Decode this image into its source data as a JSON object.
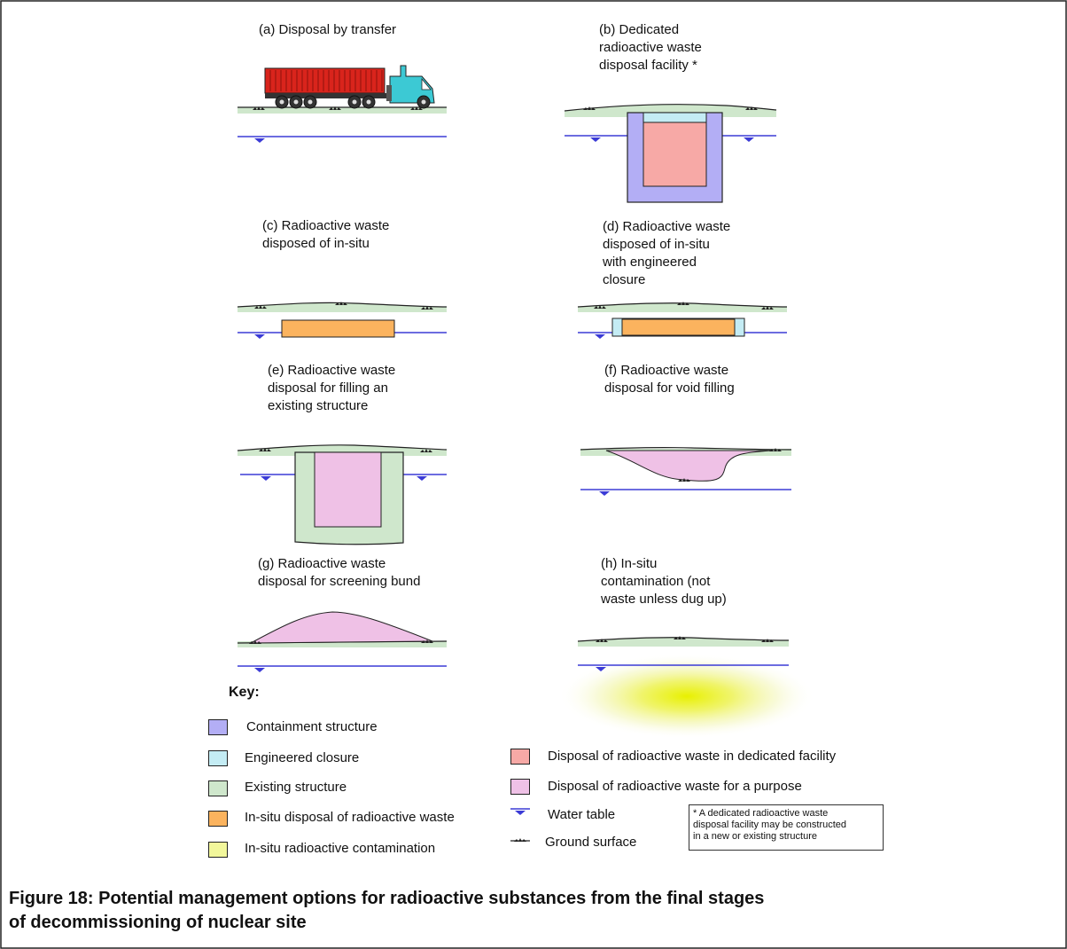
{
  "panels": {
    "a": {
      "lines": [
        "(a) Disposal by transfer"
      ]
    },
    "b": {
      "lines": [
        "(b) Dedicated",
        "radioactive waste",
        "disposal facility *"
      ]
    },
    "c": {
      "lines": [
        "(c) Radioactive waste",
        "disposed of in-situ"
      ]
    },
    "d": {
      "lines": [
        "(d) Radioactive waste",
        "disposed of in-situ",
        "with engineered",
        "closure"
      ]
    },
    "e": {
      "lines": [
        "(e) Radioactive waste",
        "disposal for filling an",
        "existing structure"
      ]
    },
    "f": {
      "lines": [
        "(f) Radioactive waste",
        "disposal for void filling"
      ]
    },
    "g": {
      "lines": [
        "(g) Radioactive waste",
        "disposal for screening bund"
      ]
    },
    "h": {
      "lines": [
        "(h) In-situ",
        "contamination (not",
        "waste unless dug up)"
      ]
    }
  },
  "key": {
    "title": "Key:",
    "items": [
      {
        "label": "Containment structure",
        "color": "#b3aef5"
      },
      {
        "label": "Engineered closure",
        "color": "#c4ecf4"
      },
      {
        "label": "Existing structure",
        "color": "#cfe7cc"
      },
      {
        "label": "In-situ disposal of radioactive waste",
        "color": "#fbb35e"
      },
      {
        "label": "In-situ radioactive contamination",
        "color": "#f2f79b"
      },
      {
        "label": "Disposal of  radioactive waste in dedicated facility",
        "color": "#f7a9a6"
      },
      {
        "label": "Disposal of radioactive waste for a purpose",
        "color": "#efc1e6"
      },
      {
        "label": "Water table",
        "color": "#3b3bd6"
      },
      {
        "label": "Ground surface",
        "color": "#222222"
      }
    ],
    "note": [
      "* A dedicated radioactive waste",
      "disposal facility may be constructed",
      "in a new or existing structure"
    ]
  },
  "caption": {
    "lines": [
      "Figure 18: Potential management options for radioactive substances from the final stages",
      "of decommissioning of nuclear site"
    ]
  },
  "colors": {
    "ground": "#cfe7cc",
    "water_line": "#3b3bd6",
    "truck_container": "#d9241c",
    "truck_cab": "#3cc9d4"
  }
}
